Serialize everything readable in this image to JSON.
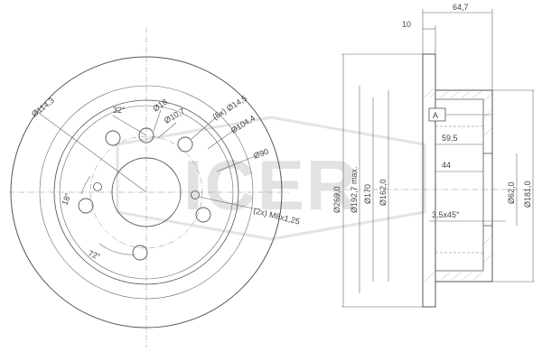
{
  "watermark": {
    "brand": "ICER"
  },
  "front_view": {
    "d_outer": "Ø114,3",
    "angle_32": "32°",
    "d_hole18": "Ø18",
    "d_105_a": "Ø10,7",
    "holes_5x": "(5x) Ø14,5",
    "d_104": "Ø104,4",
    "d_90": "Ø90",
    "angle_18": "18°",
    "angle_72": "72°",
    "thread": "(2x) M8x1,25"
  },
  "side_view": {
    "dim_647": "64,7",
    "dim_10": "10",
    "datum": "A",
    "dim_595": "59,5",
    "dim_44": "44",
    "chamfer": "3,5x45°",
    "d_269": "Ø269,0",
    "d_1927": "Ø192,7 max.",
    "d_170": "Ø170",
    "d_1620": "Ø162,0",
    "d_620": "Ø62,0",
    "d_1810": "Ø181,0"
  }
}
